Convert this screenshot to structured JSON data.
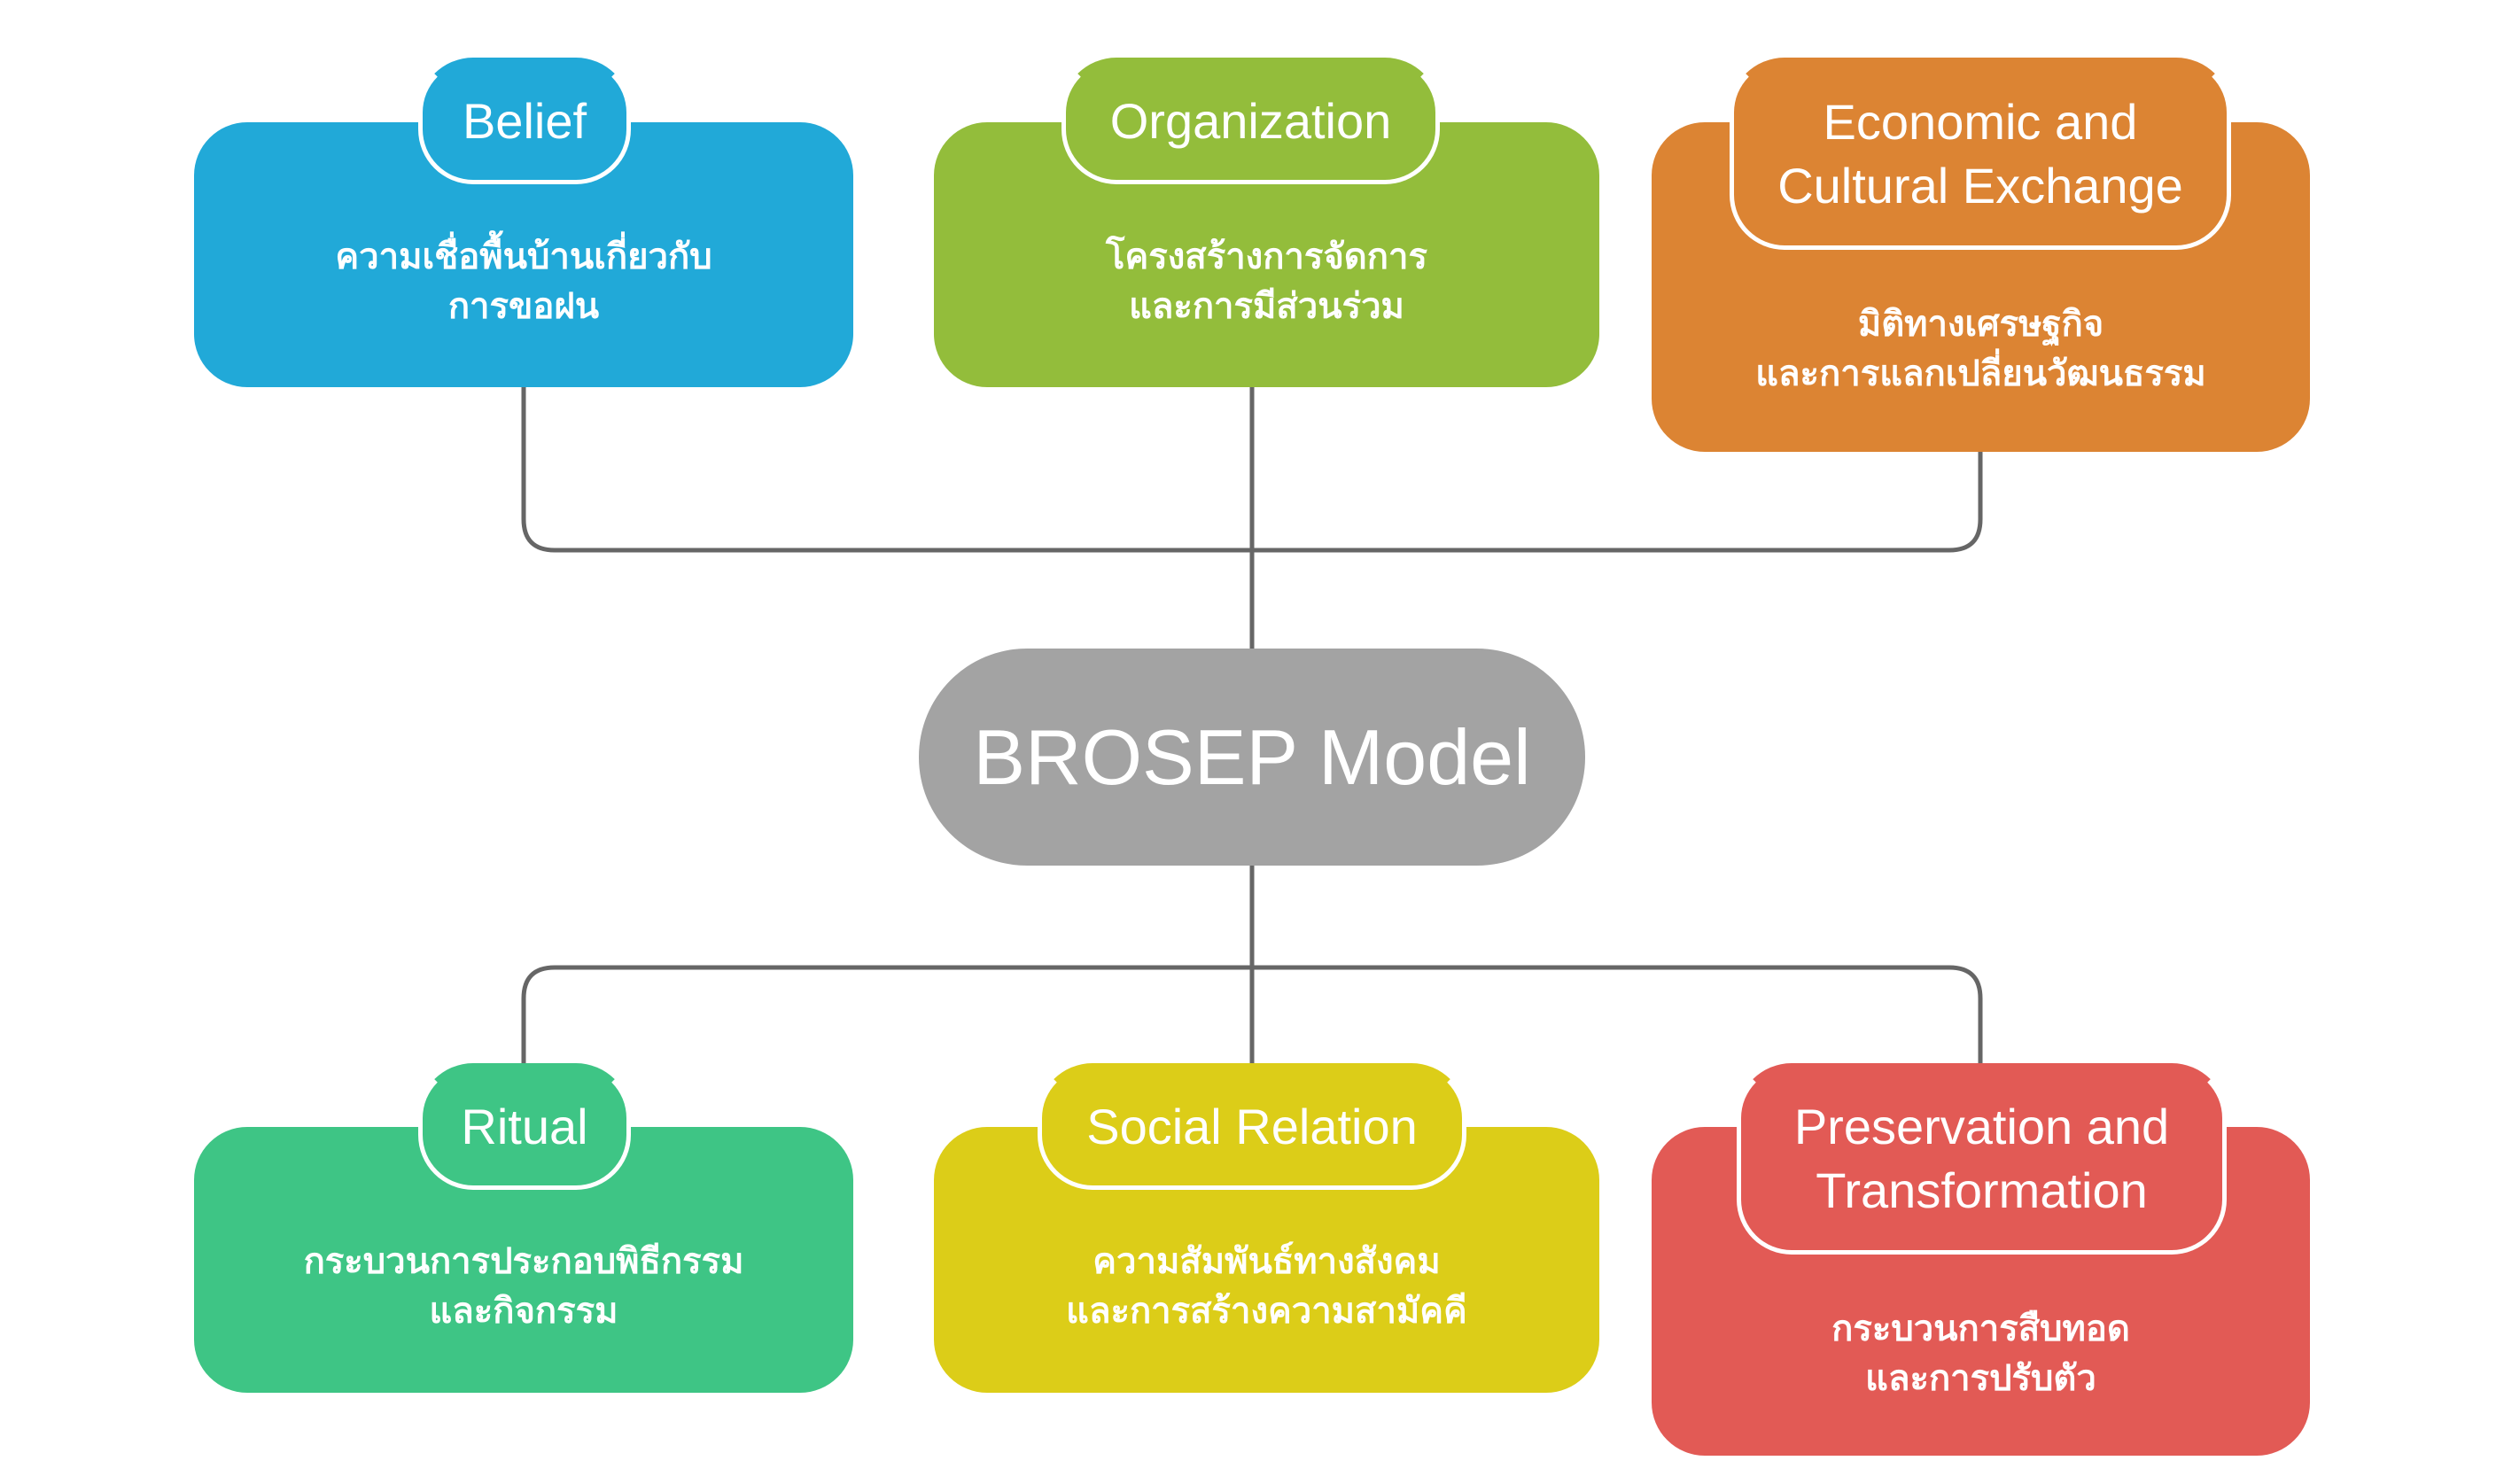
{
  "diagram": {
    "center": {
      "label": "BROSEP Model",
      "color": "#a3a3a3"
    },
    "connector_color": "#666666",
    "top_nodes": [
      {
        "title": "Belief",
        "description": "ความเชื่อพื้นบ้านเกี่ยวกับ\nการขอฝน",
        "color": "#21a9d8"
      },
      {
        "title": "Organization",
        "description": "โครงสร้างการจัดการ\nและการมีส่วนร่วม",
        "color": "#93bd3b"
      },
      {
        "title": "Economic and\nCultural Exchange",
        "description": "มิติทางเศรษฐกิจ\nและการแลกเปลี่ยนวัฒนธรรม",
        "color": "#dc8433"
      }
    ],
    "bottom_nodes": [
      {
        "title": "Ritual",
        "description": "กระบวนการประกอบพิธีกรรม\nและกิจกรรม",
        "color": "#3ec585"
      },
      {
        "title": "Social Relation",
        "description": "ความสัมพันธ์ทางสังคม\nและการสร้างความสามัคคี",
        "color": "#dccd18"
      },
      {
        "title": "Preservation and\nTransformation",
        "description": "กระบวนการสืบทอด\nและการปรับตัว",
        "color": "#e25a55"
      }
    ]
  }
}
